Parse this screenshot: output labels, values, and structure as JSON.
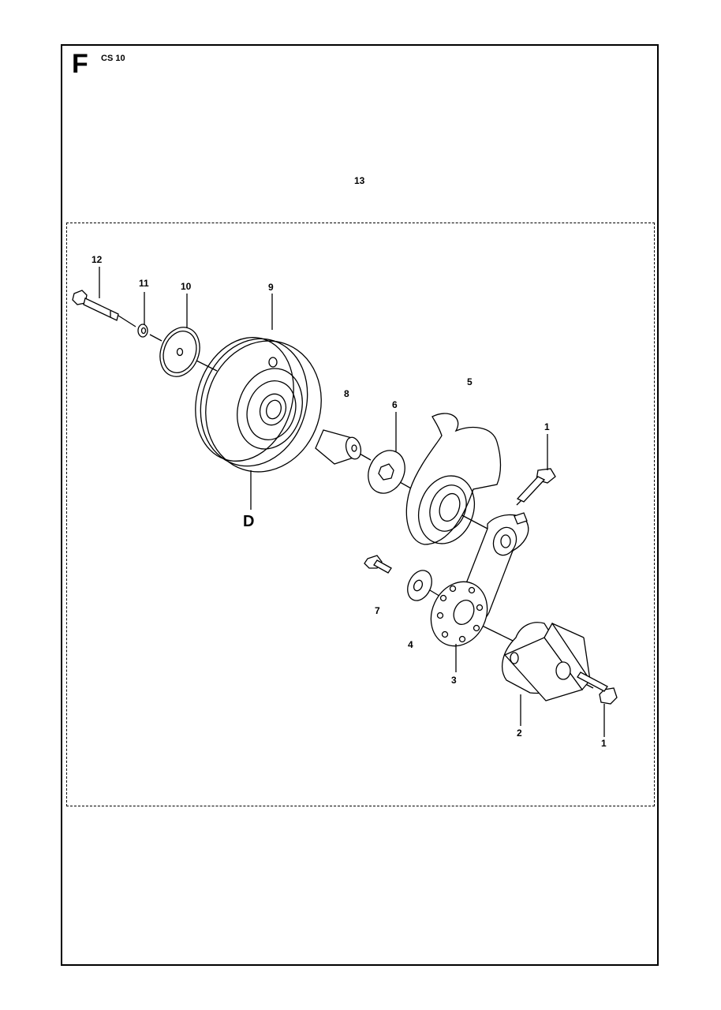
{
  "header": {
    "section_letter": "F",
    "model": "CS 10",
    "top_reference": "13"
  },
  "callouts": [
    {
      "id": "c12",
      "text": "12"
    },
    {
      "id": "c11",
      "text": "11"
    },
    {
      "id": "c10",
      "text": "10"
    },
    {
      "id": "c9",
      "text": "9"
    },
    {
      "id": "c8",
      "text": "8"
    },
    {
      "id": "c6",
      "text": "6"
    },
    {
      "id": "c5",
      "text": "5"
    },
    {
      "id": "c1a",
      "text": "1"
    },
    {
      "id": "cD",
      "text": "D"
    },
    {
      "id": "c7",
      "text": "7"
    },
    {
      "id": "c4",
      "text": "4"
    },
    {
      "id": "c3",
      "text": "3"
    },
    {
      "id": "c2",
      "text": "2"
    },
    {
      "id": "c1b",
      "text": "1"
    }
  ]
}
